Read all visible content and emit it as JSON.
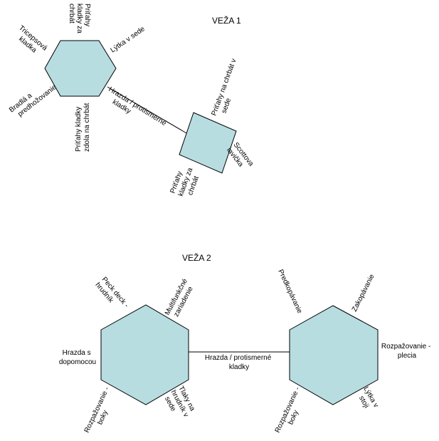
{
  "colors": {
    "shape_fill": "#b7dde1",
    "stroke": "#000000"
  },
  "tower1": {
    "title": "VEŽA 1",
    "hexagon": {
      "labels": {
        "triceps": [
          "Tricepsová",
          "kladka"
        ],
        "pulldown_behind": [
          "Priťahy",
          "kladky za",
          "chrbát"
        ],
        "leg_sitting": [
          "Lýtka v sede"
        ],
        "dips": [
          "Bradlá a",
          "predhožovanie"
        ],
        "pulldown_front": [
          "Priťahy kladky",
          "zdola na chrbát"
        ]
      }
    },
    "link": [
      "Hrazda / protismerné",
      "kladky"
    ],
    "square": {
      "labels": {
        "back_sitting": [
          "Priťahy na chrbát v",
          "sede"
        ],
        "scott": [
          "Scottova",
          "lavička"
        ],
        "pull_behind": [
          "Priťahy",
          "kladky za",
          "chrbát"
        ]
      }
    }
  },
  "tower2": {
    "title": "VEŽA 2",
    "left_hexagon": {
      "labels": {
        "peck_deck": [
          "Peck deck -",
          "hrudník"
        ],
        "multi": [
          "Multifunkčné",
          "zariadenie"
        ],
        "pullup": [
          "Hrazda s",
          "dopomocou"
        ],
        "spread_sides": [
          "Rozpažovanie -",
          "boky"
        ],
        "press_chest": [
          "Tlaky na",
          "hrudník v",
          "sede"
        ]
      }
    },
    "link": [
      "Hrazda / protismerné",
      "kladky"
    ],
    "right_hexagon": {
      "labels": {
        "front_raise": [
          "Predkopávanie"
        ],
        "hamstring": [
          "Zakopávanie"
        ],
        "shoulders": [
          "Rozpažovanie -",
          "plecia"
        ],
        "spread_sides": [
          "Rozpažovanie -",
          "boky"
        ],
        "calf_standing": [
          "Lýtka v",
          "stoji"
        ]
      }
    }
  }
}
